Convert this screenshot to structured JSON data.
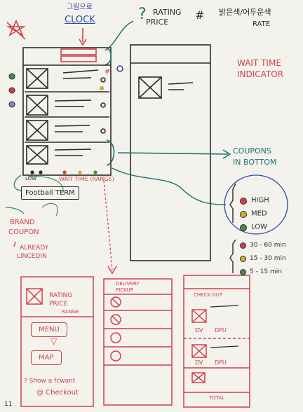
{
  "annotations": {
    "korean_top": "그림으로",
    "clock": "CLOCK",
    "rating_price": [
      "RATING",
      "PRICE"
    ],
    "korean_rate": "밝은색/어두운색",
    "rate": "RATE",
    "wait_time_indicator": [
      "WAIT TIME",
      "INDICATOR"
    ],
    "coupons_in_bottom": [
      "COUPONS",
      "IN BOTTOM"
    ],
    "low": "LOW",
    "wait_time_range": "WAIT TIME (RANGE)",
    "football_term": "Football TERM",
    "brand_coupon": [
      "BRAND",
      "COUPON"
    ],
    "already_linkedin": [
      "ALREADY",
      "LINCEDIN"
    ],
    "question_mark": "?",
    "symbol_hash": "#",
    "symbol_strike": "#"
  },
  "legend_levels": {
    "items": [
      {
        "label": "HIGH",
        "color": "#d1404a"
      },
      {
        "label": "MED",
        "color": "#c9b230"
      },
      {
        "label": "LOW",
        "color": "#3f8f4c"
      }
    ]
  },
  "time_ranges": {
    "items": [
      {
        "label": "30 - 60 min",
        "color": "#d1404a"
      },
      {
        "label": "15 - 30 min",
        "color": "#c9b230"
      },
      {
        "label": "5 - 15 min",
        "color": "#3f8f4c"
      }
    ]
  },
  "screen_detail": {
    "rating": "RATING",
    "price": "PRICE",
    "range": "RANGE",
    "menu": "MENU",
    "map": "MAP"
  },
  "screen_order": {
    "header1": "DELIVERY",
    "header2": "PICKUP"
  },
  "screen_checkout": {
    "header": "CHECK OUT",
    "dv": "DV",
    "dpu": "DPU",
    "total": "TOTAL"
  },
  "bottom_note": [
    "? Show a fcwant",
    "@ Checkout"
  ],
  "page_number": "11"
}
